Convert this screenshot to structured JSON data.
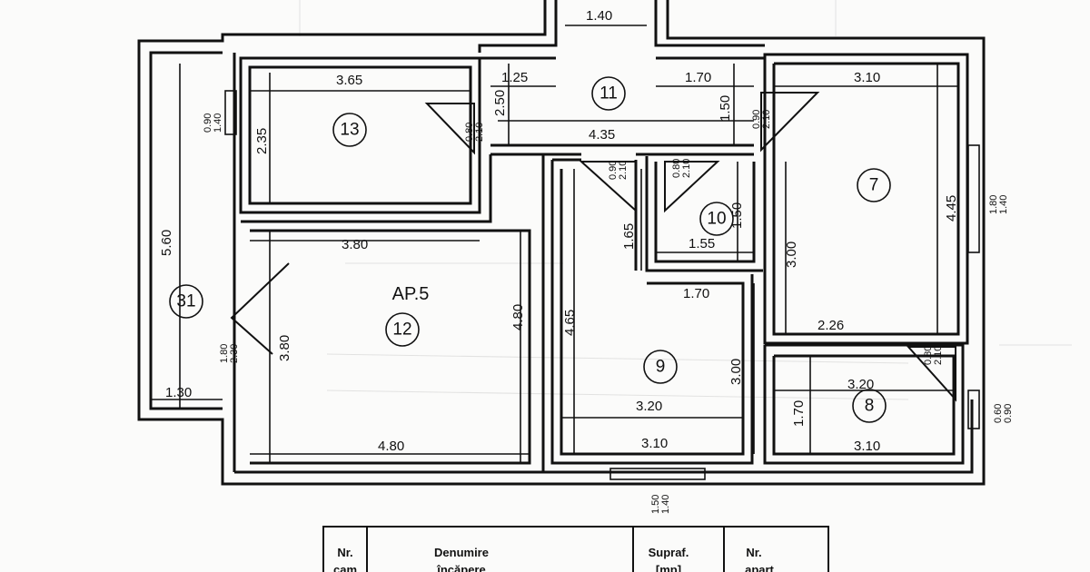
{
  "apartment_label": "AP.5",
  "rooms": [
    {
      "id": "r13",
      "number": "13"
    },
    {
      "id": "r11",
      "number": "11"
    },
    {
      "id": "r7",
      "number": "7"
    },
    {
      "id": "r10",
      "number": "10"
    },
    {
      "id": "r31",
      "number": "31"
    },
    {
      "id": "r12",
      "number": "12"
    },
    {
      "id": "r9",
      "number": "9"
    },
    {
      "id": "r8",
      "number": "8"
    }
  ],
  "dimensions": {
    "top_corridor_width": "1.40",
    "r13_width": "3.65",
    "r13_height": "2.35",
    "r11_left_width": "1.25",
    "r11_height_left": "2.50",
    "r11_right_width": "1.70",
    "r11_height_right": "1.50",
    "r11_total_width": "4.35",
    "r7_width": "3.10",
    "r7_height": "4.45",
    "r7_bottom": "2.26",
    "r7_inner_height": "3.00",
    "r31_height": "5.60",
    "r31_width": "1.30",
    "r12_top_width": "3.80",
    "r12_height": "4.80",
    "r12_bottom_width": "4.80",
    "r12_inner": "3.80",
    "r9_height": "4.65",
    "r9_top": "1.70",
    "r9_right_height": "3.00",
    "r9_width_top": "3.20",
    "r9_width_bottom": "3.10",
    "r10_width": "1.55",
    "r10_height": "1.50",
    "hall_height": "1.65",
    "r8_width_top": "3.20",
    "r8_height": "1.70",
    "r8_width_bottom": "3.10"
  },
  "openings": {
    "window_left_top": "0.90",
    "window_left_bottom": "1.40",
    "door_r13_top": "0.80",
    "door_r13_bottom": "2.10",
    "door_r7_top": "0.90",
    "door_r7_bottom": "2.10",
    "door_hall_a_top": "0.90",
    "door_hall_a_bottom": "2.10",
    "door_hall_b_top": "0.80",
    "door_hall_b_bottom": "2.10",
    "window_r7_top": "1.80",
    "window_r7_bottom": "1.40",
    "door_r12_top": "1.80",
    "door_r12_bottom": "2.30",
    "door_r8_top": "0.80",
    "door_r8_bottom": "2.10",
    "window_r8_top": "0.60",
    "window_r8_bottom": "0.90",
    "window_r9_top": "1.50",
    "window_r9_bottom": "1.40"
  },
  "table_headers": {
    "col1_line1": "Nr.",
    "col1_line2": "cam",
    "col2_line1": "Denumire",
    "col2_line2": "încăpere",
    "col3_line1": "Supraf.",
    "col3_line2": "[mp]",
    "col4_line1": "Nr.",
    "col4_line2": "apart"
  }
}
